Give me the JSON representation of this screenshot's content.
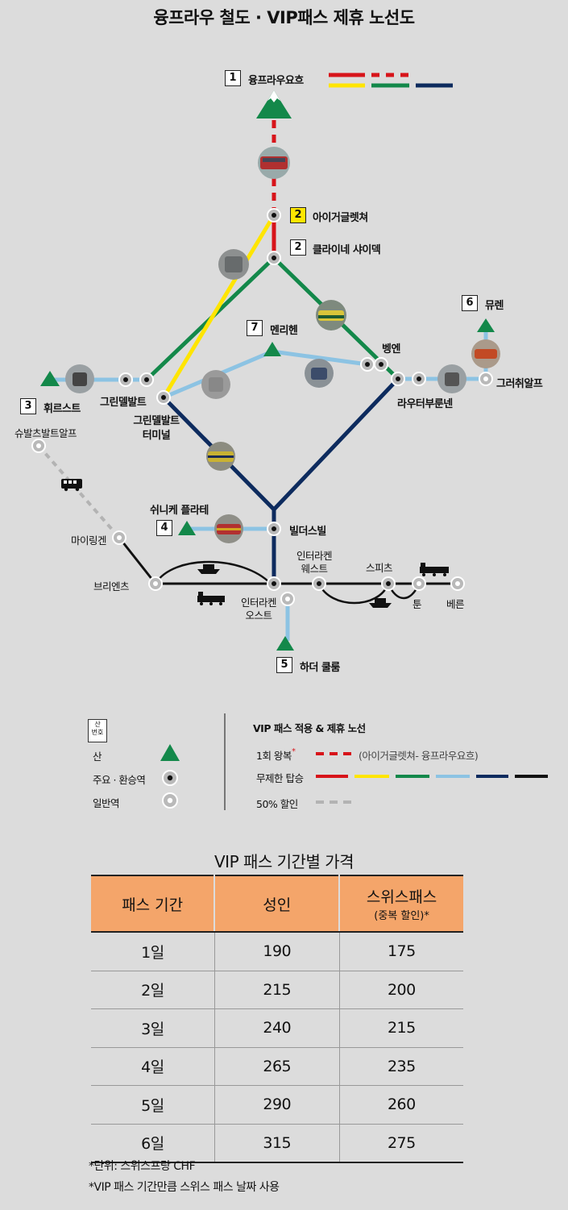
{
  "title": "융프라우 철도 · VIP패스 제휴 노선도",
  "map": {
    "destinations": [
      {
        "num": "1",
        "name": "융프라우요흐"
      },
      {
        "num": "2",
        "name": "아이거글렛쳐"
      },
      {
        "num": "2",
        "name": "클라이네 샤이덱"
      },
      {
        "num": "3",
        "name": "휘르스트"
      },
      {
        "num": "4",
        "name": "쉬니케 플라테"
      },
      {
        "num": "5",
        "name": "하더 쿨룸"
      },
      {
        "num": "6",
        "name": "뮤렌"
      },
      {
        "num": "7",
        "name": "멘리헨"
      }
    ],
    "stations": {
      "grindelwald": "그린델발트",
      "grindelwald_terminal": "그린델발트\n터미널",
      "wengen": "벵엔",
      "lauterbrunnen": "라우터부룬넨",
      "gruetschalp": "그러취알프",
      "schwarzwaldalp": "슈발츠발트알프",
      "meiringen": "마이링겐",
      "brienz": "브리엔츠",
      "wilderswil": "빌더스빌",
      "interlaken_west": "인터라켄\n웨스트",
      "interlaken_ost": "인터라켄\n오스트",
      "spiez": "스피츠",
      "thun": "툰",
      "bern": "베른"
    }
  },
  "legend": {
    "box_label": "산\n번호",
    "mountain": "산",
    "main_station": "주요 · 환승역",
    "station": "일반역",
    "vip_title": "VIP 패스 적용 & 제휴 노선",
    "round_trip": "1회 왕복",
    "round_trip_star": "*",
    "round_trip_note": "(아이거글렛쳐- 융프라우요흐)",
    "unlimited": "무제한 탑승",
    "discount": "50% 할인"
  },
  "colors": {
    "red": "#d7141a",
    "yellow": "#ffe500",
    "green": "#13884a",
    "lightblue": "#8cc3e3",
    "navy": "#0d2b5e",
    "black": "#111111",
    "grey": "#b3b3b3",
    "price_header": "#f4a56a"
  },
  "price": {
    "title": "VIP 패스 기간별 가격",
    "headers": {
      "period": "패스 기간",
      "adult": "성인",
      "swiss": "스위스패스",
      "swiss_sub": "(중복 할인)*"
    },
    "rows": [
      {
        "period": "1일",
        "adult": "190",
        "swiss": "175"
      },
      {
        "period": "2일",
        "adult": "215",
        "swiss": "200"
      },
      {
        "period": "3일",
        "adult": "240",
        "swiss": "215"
      },
      {
        "period": "4일",
        "adult": "265",
        "swiss": "235"
      },
      {
        "period": "5일",
        "adult": "290",
        "swiss": "260"
      },
      {
        "period": "6일",
        "adult": "315",
        "swiss": "275"
      }
    ],
    "notes": [
      "*단위: 스위스프랑 CHF",
      "*VIP 패스 기간만큼 스위스 패스 날짜 사용"
    ]
  }
}
